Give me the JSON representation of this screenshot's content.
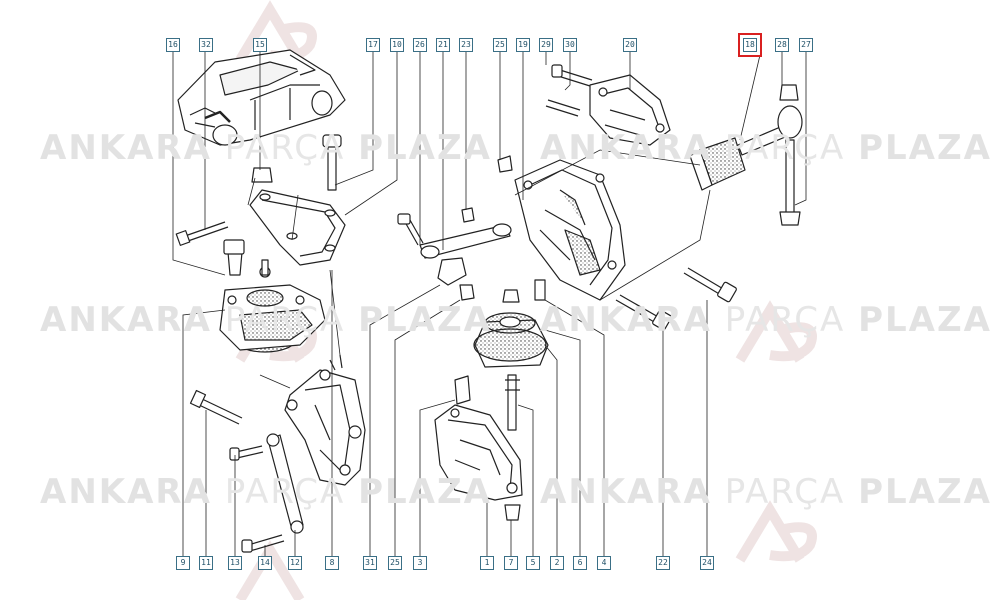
{
  "watermark": {
    "part_a": "ANKARA",
    "part_b": "PARÇA",
    "part_c": "PLAZA"
  },
  "colors": {
    "highlight": "#d92020",
    "callout_border": "#3a6f86",
    "line": "#222222",
    "watermark": "#e2e2e2"
  },
  "highlighted_part": "18",
  "callouts_top": [
    "16",
    "32",
    "15",
    "17",
    "10",
    "26",
    "21",
    "23",
    "25",
    "19",
    "29",
    "30",
    "20",
    "18",
    "28",
    "27"
  ],
  "callouts_bottom": [
    "9",
    "11",
    "13",
    "14",
    "12",
    "8",
    "31",
    "25",
    "3",
    "1",
    "7",
    "5",
    "2",
    "6",
    "4",
    "22",
    "24"
  ]
}
